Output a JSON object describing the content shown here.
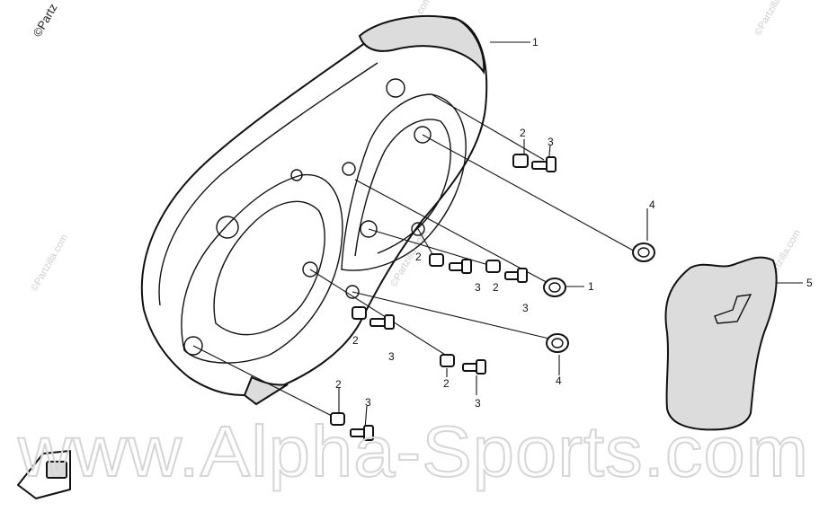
{
  "watermarks": {
    "corner_copyright": "©Partz",
    "faint_marks": [
      "©Partzilla.com",
      "©Partzilla.com",
      "©Partzilla.com",
      "©Partzilla.com",
      "©Partzilla.com"
    ],
    "site": "www.Alpha-Sports.com"
  },
  "callouts": {
    "cover": "1",
    "collar_upper": "2",
    "bolt_upper": "3",
    "nut_upper": "4",
    "collar_mid_a": "2",
    "bolt_mid_a": "3",
    "collar_mid_b": "2",
    "bolt_mid_b": "3",
    "nut_mid": "1",
    "collar_low_a": "2",
    "bolt_low_a": "3",
    "nut_low": "4",
    "collar_low_b": "2",
    "bolt_low_b": "3",
    "collar_bottom": "2",
    "bolt_bottom": "3",
    "plate": "5"
  }
}
